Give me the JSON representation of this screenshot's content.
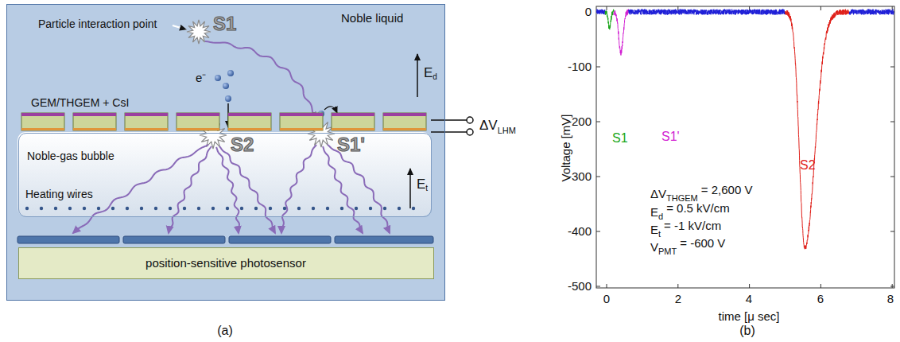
{
  "diagram": {
    "nodes": [
      {
        "text": [
          "Noble liquid"
        ]
      },
      {
        "text": [
          "GEM/THGEM + CsI"
        ],
        "in": 0
      },
      {
        "text": [
          "Noble-gas bubble"
        ],
        "in": 0
      },
      {
        "text": [
          "position-sensitive photosensor"
        ],
        "in": 0
      }
    ],
    "labels": [
      "Particle interaction point",
      "S1",
      "e⁻",
      "E",
      "d",
      "S2",
      "S1'",
      "ΔV",
      "LHM",
      "E",
      "t",
      "Heating wires",
      "(a)",
      "0",
      "-100",
      "-200",
      "-300",
      "-400",
      "-500",
      "0",
      "2",
      "4",
      "6",
      "8",
      "Voltage [mV]",
      "time [μ sec]",
      "S1",
      "S1'",
      "S2",
      "ΔV",
      "THGEM",
      "= 2,600 V",
      "E",
      "d",
      "= 0.5 kV/cm",
      "E",
      "t",
      "= -1 kV/cm",
      "V",
      "PMT",
      "= -600 V",
      "(b)"
    ]
  }
}
